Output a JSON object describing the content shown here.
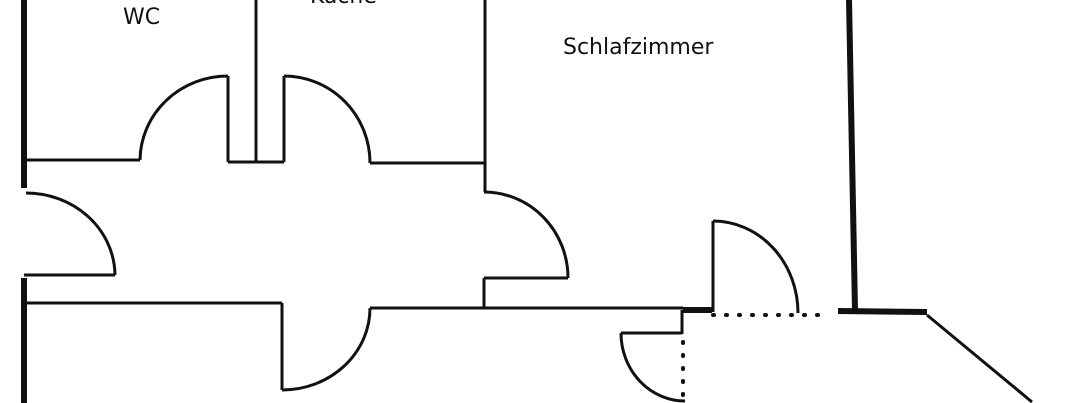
{
  "rooms": {
    "wc": "WC",
    "kitchen": "Küche",
    "bedroom": "Schlafzimmer"
  },
  "colors": {
    "line": "#111111",
    "background": "#ffffff"
  }
}
